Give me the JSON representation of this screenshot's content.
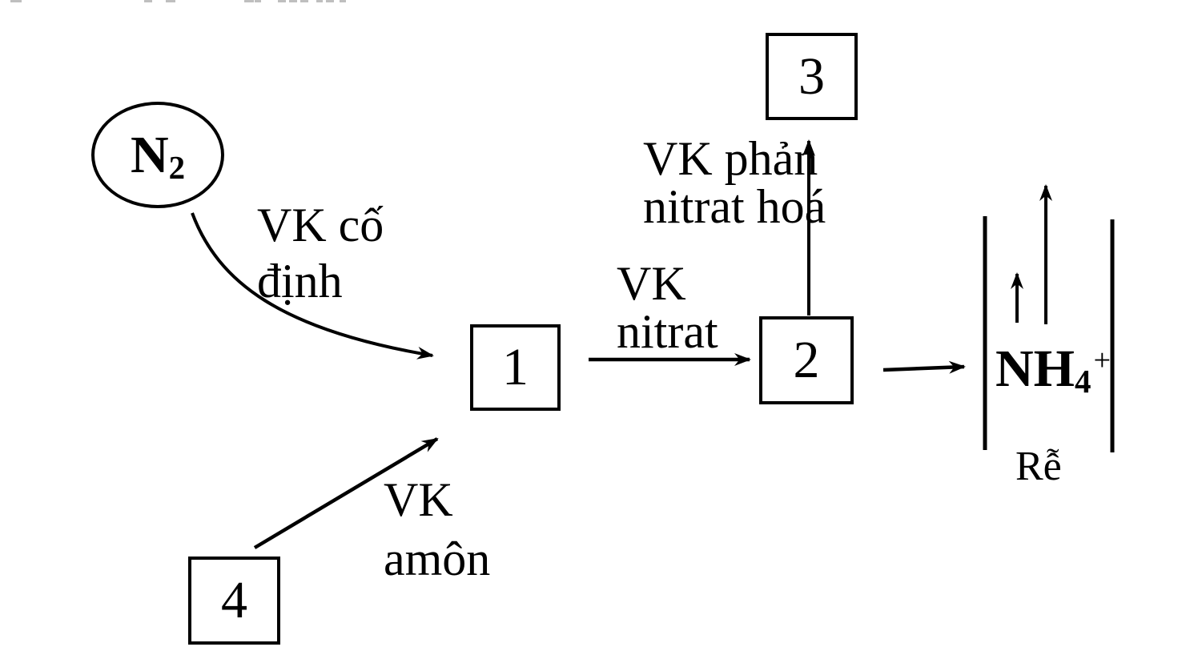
{
  "diagram": {
    "n2_node": {
      "base": "N",
      "subscript": "2"
    },
    "boxes": {
      "box1": "1",
      "box2": "2",
      "box3": "3",
      "box4": "4"
    },
    "labels": {
      "fixing": {
        "line1": "VK cố",
        "line2": "định"
      },
      "nitrate": {
        "line1": "VK",
        "line2": "nitrat"
      },
      "denitrifying": {
        "line1": "VK phản",
        "line2": "nitrat hoá"
      },
      "ammonifying": {
        "line1": "VK",
        "line2": "amôn"
      }
    },
    "nh4_node": {
      "base": "NH",
      "subscript": "4",
      "superscript": "+"
    },
    "root_label": "Rễ"
  },
  "colors": {
    "ink": "#000000",
    "background": "#ffffff"
  }
}
